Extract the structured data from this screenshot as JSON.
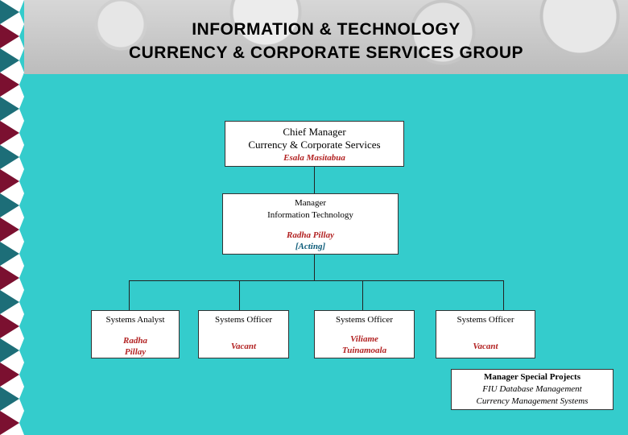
{
  "title": {
    "line1": "INFORMATION & TECHNOLOGY",
    "line2": "CURRENCY & CORPORATE SERVICES GROUP"
  },
  "chief": {
    "title1": "Chief Manager",
    "title2": "Currency & Corporate Services",
    "name": "Esala Masitabua"
  },
  "manager": {
    "title1": "Manager",
    "title2": "Information Technology",
    "name": "Radha Pillay",
    "status": "[Acting]"
  },
  "staff": [
    {
      "role": "Systems Analyst",
      "name_line1": "Radha",
      "name_line2": "Pillay"
    },
    {
      "role": "Systems Officer",
      "name_line1": "Vacant",
      "name_line2": ""
    },
    {
      "role": "Systems Officer",
      "name_line1": "Viliame",
      "name_line2": "Tuinamoala"
    },
    {
      "role": "Systems Officer",
      "name_line1": "Vacant",
      "name_line2": ""
    }
  ],
  "special": {
    "title": "Manager Special Projects",
    "line1": "FIU Database Management",
    "line2": "Currency Management Systems"
  },
  "colors": {
    "background": "#34CCCC",
    "accent_maroon": "#7B1030",
    "accent_teal": "#1D6E78",
    "name_red": "#B22222"
  }
}
